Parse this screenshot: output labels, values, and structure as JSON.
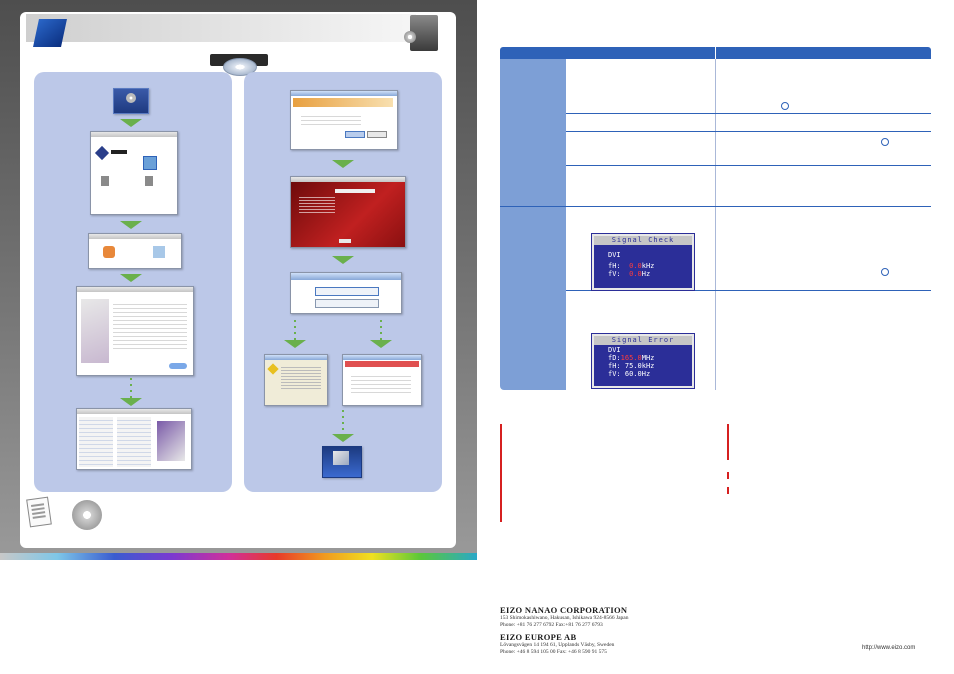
{
  "osd_signal_check": {
    "title": "Signal Check",
    "lines": [
      {
        "label": "DVI",
        "value": ""
      },
      {
        "label": "fH:",
        "value": "0.0",
        "unit": "kHz"
      },
      {
        "label": "fV:",
        "value": "0.0",
        "unit": "Hz"
      }
    ]
  },
  "osd_signal_error": {
    "title": "Signal Error",
    "lines": [
      {
        "label": "DVI",
        "value": ""
      },
      {
        "label": "fD:",
        "value": "165.0",
        "unit": "MHz",
        "highlight": true
      },
      {
        "label": "fH:",
        "value": "75.0",
        "unit": "kHz"
      },
      {
        "label": "fV:",
        "value": "60.0",
        "unit": "Hz"
      }
    ]
  },
  "footer": {
    "corp1_name": "EIZO NANAO CORPORATION",
    "corp1_addr": "153 Shimokashiwano, Hakusan, Ishikawa 924-8566 Japan",
    "corp1_phone": "Phone: +81 76 277 6792   Fax:+81 76 277 6793",
    "corp2_name": "EIZO EUROPE AB",
    "corp2_addr": "Lövangsvägen 14 194 61, Upplands Väsby, Sweden",
    "corp2_phone": "Phone: +46 8 594 105 00   Fax: +46 8 590 91 575",
    "url": "http://www.eizo.com"
  },
  "colors": {
    "accent_blue": "#2e62b8",
    "column_bg": "#bcc8e8",
    "arrow_green": "#6ab04c",
    "osd_bg": "#2b2e98",
    "warn_red": "#d62020"
  }
}
